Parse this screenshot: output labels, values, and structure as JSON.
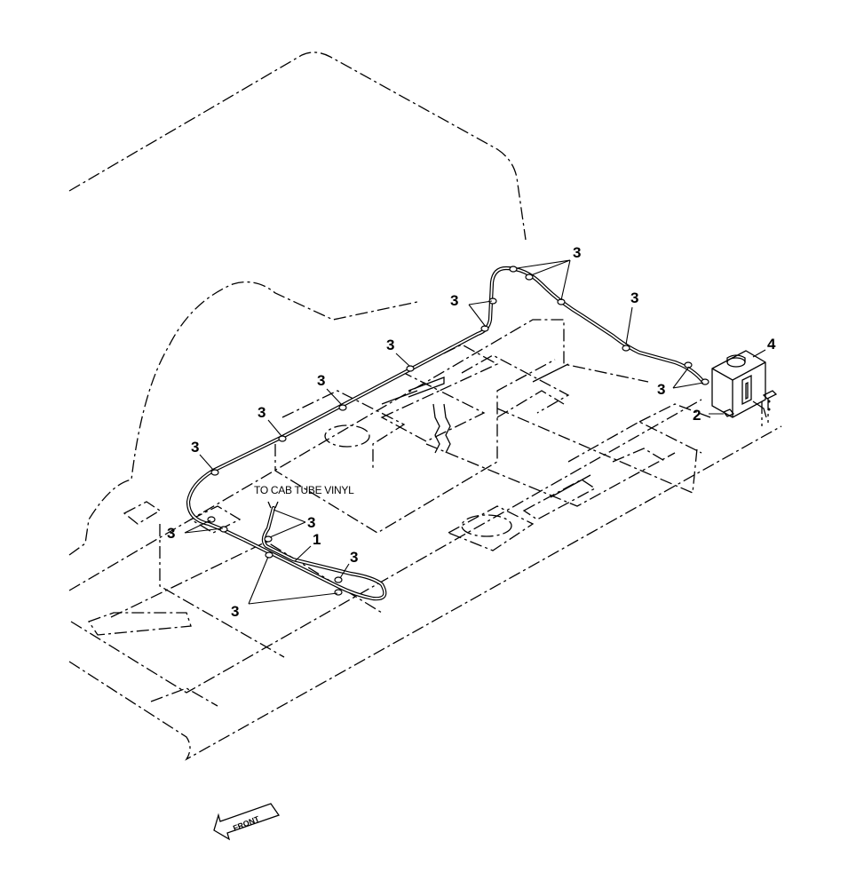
{
  "callouts": {
    "c1": "1",
    "c2": "2",
    "c3": "3",
    "c4": "4"
  },
  "note": "TO CAB TUBE VINYL",
  "front_label": "FRONT"
}
